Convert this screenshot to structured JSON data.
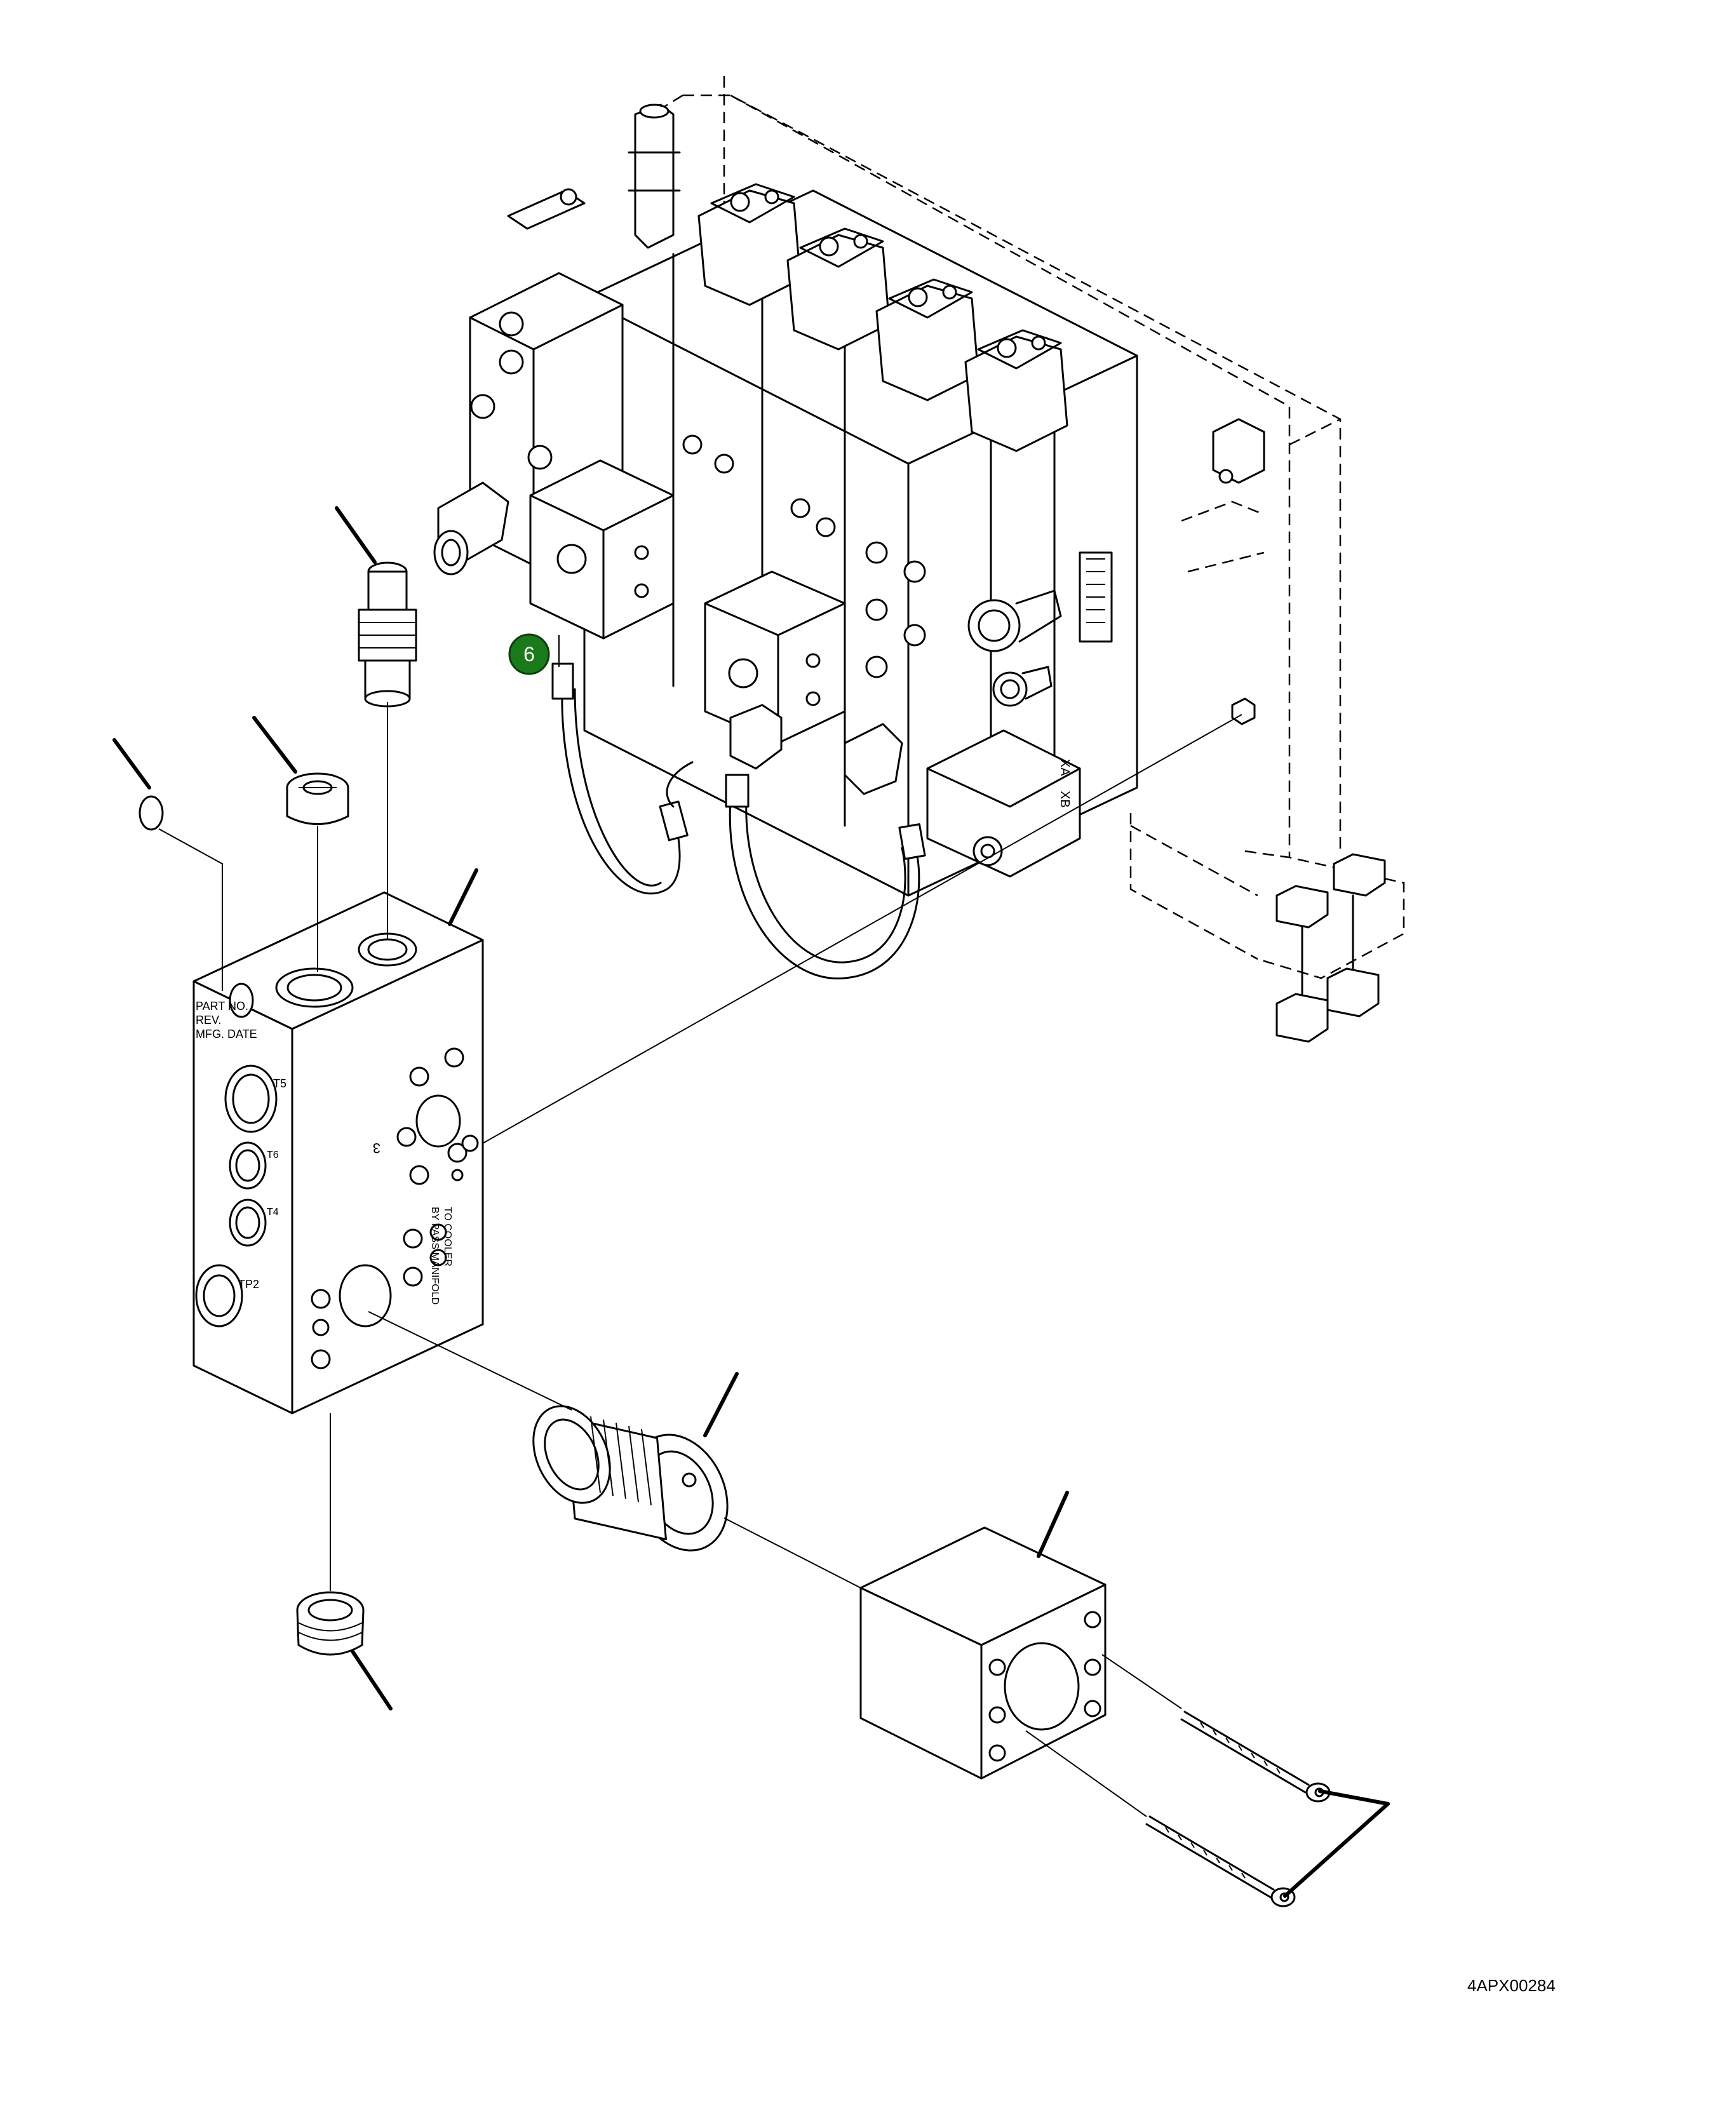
{
  "diagram": {
    "reference_code": "4APX00284",
    "callouts": [
      {
        "id": "6",
        "label": "6"
      }
    ],
    "manifold_labels": {
      "part_no": "PART NO.",
      "rev": "REV.",
      "mfg_date": "MFG. DATE",
      "to_cooler": "TO COOLER",
      "manifold_note": "BY PASS MANIFOLD",
      "port_t5": "T5",
      "port_t6": "T6",
      "port_t4": "T4",
      "port_tp2": "TP2",
      "face_mark": "3"
    },
    "valve_labels": {
      "port_xa": "XA",
      "port_xb": "XB"
    },
    "colors": {
      "callout_fill": "#1a7a1a",
      "line": "#000000",
      "background": "#ffffff"
    }
  }
}
